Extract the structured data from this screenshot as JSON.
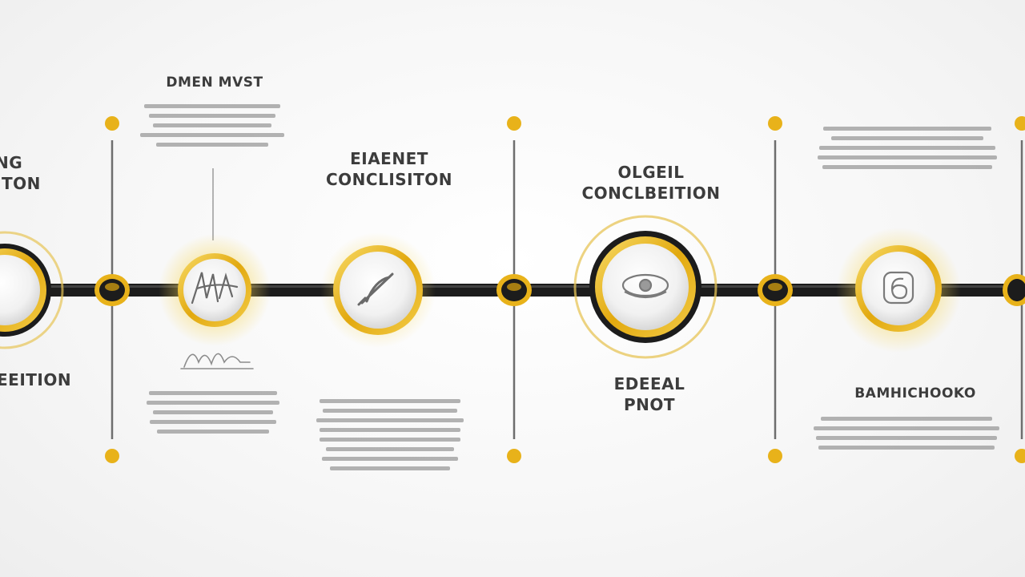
{
  "colors": {
    "gold": "#e8b21a",
    "gold_light": "#f6d75a",
    "track": "#1c1c1c",
    "connector": "#7a7a7a",
    "text": "#3c3c3c"
  },
  "labels": {
    "top_left_partial": [
      "NG",
      "ITON"
    ],
    "top_1": [
      "DMEN MVST"
    ],
    "top_2": [
      "EIAENET",
      "CONCLISITON"
    ],
    "top_3": [
      "OLGEIL",
      "CONCLBEITION"
    ],
    "bottom_left_partial": [
      "EEITION"
    ],
    "bottom_3": [
      "EDEEAL",
      "PNOT"
    ],
    "bottom_4": [
      "BAMHICHOOKO"
    ]
  },
  "nodes": [
    {
      "name": "node-left-partial",
      "icon": "partial-icon"
    },
    {
      "name": "node-1",
      "icon": "signature-icon"
    },
    {
      "name": "node-2",
      "icon": "pen-icon"
    },
    {
      "name": "node-3",
      "icon": "eye-icon"
    },
    {
      "name": "node-4",
      "icon": "number-icon"
    }
  ]
}
